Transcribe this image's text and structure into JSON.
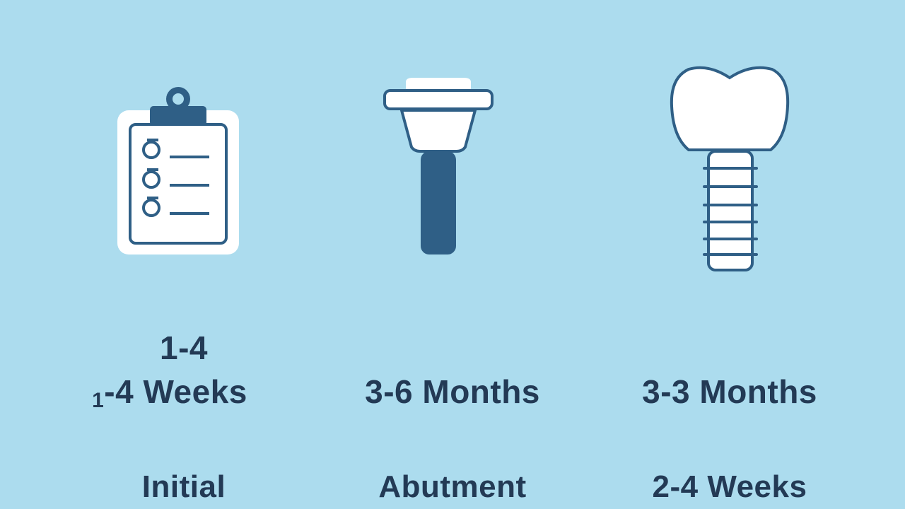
{
  "stages": [
    {
      "icon": "clipboard-checklist-icon",
      "range_top": "1-4",
      "duration_prefix": "1",
      "duration": "-4 Weeks",
      "label": "Initial"
    },
    {
      "icon": "implant-abutment-icon",
      "duration": "3-6 Months",
      "label": "Abutment"
    },
    {
      "icon": "implant-crown-icon",
      "duration": "3-3 Months",
      "label": "2-4 Weeks"
    }
  ],
  "colors": {
    "background": "#acdcee",
    "icon_dark": "#2f5f86",
    "icon_light": "#ffffff",
    "text": "#233a55"
  }
}
